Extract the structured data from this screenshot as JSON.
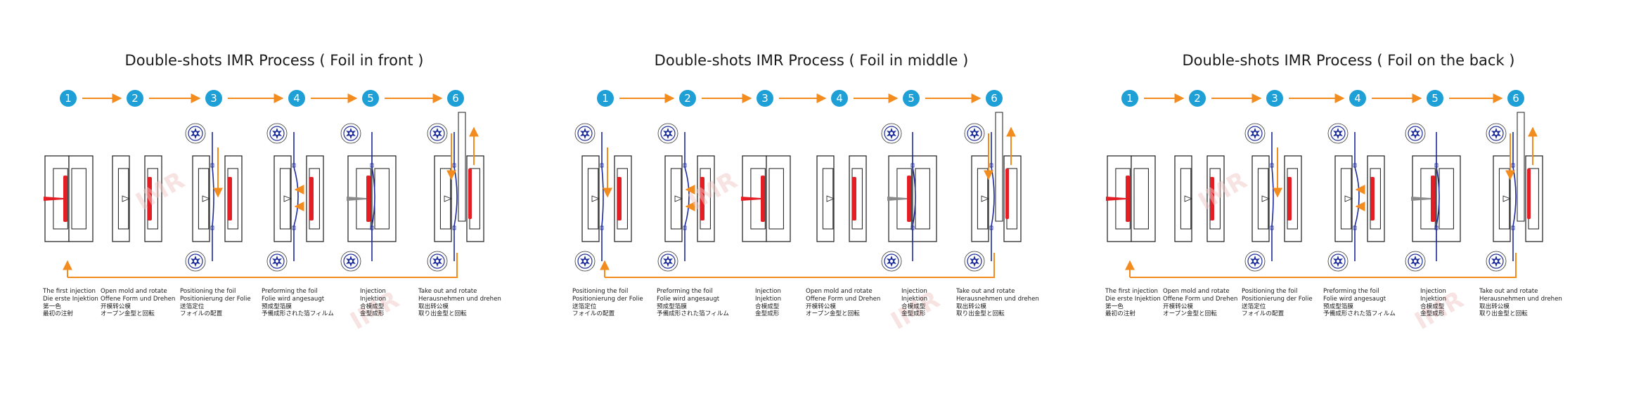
{
  "colors": {
    "step_badge": "#1e9fd6",
    "arrow": "#f28c1e",
    "foil": "#1b2a9a",
    "resin_red": "#e31e24",
    "resin_gray": "#8a8a8a",
    "mold_line": "#1a1a1a",
    "watermark": "#f3c9c9"
  },
  "watermark_text": "IMR",
  "panels": [
    {
      "title": "Double-shots IMR Process ( Foil in front )",
      "steps": [
        "1",
        "2",
        "3",
        "4",
        "5",
        "6"
      ],
      "captions": [
        [
          "The first injection",
          "Die erste Injektion",
          "第一色",
          "最初の注射"
        ],
        [
          "Open mold and rotate",
          "Offene Form und Drehen",
          "开模转公模",
          "オープン金型と回転"
        ],
        [
          "Positioning the foil",
          "Positionierung der Folie",
          "送箔定位",
          "フォイルの配置"
        ],
        [
          "Preforming the foil",
          "Folie wird angesaugt",
          "预成型箔膜",
          "予備成形された箔フィルム"
        ],
        [
          "Injection",
          "Injektion",
          "合模成型",
          "金型成形"
        ],
        [
          "Take out and rotate",
          "Herausnehmen und drehen",
          "取出转公模",
          "取り出金型と回転"
        ]
      ]
    },
    {
      "title": "Double-shots IMR Process ( Foil in middle )",
      "steps": [
        "1",
        "2",
        "3",
        "4",
        "5",
        "6"
      ],
      "captions": [
        [
          "Positioning the foil",
          "Positionierung der Folie",
          "送箔定位",
          "フォイルの配置"
        ],
        [
          "Preforming the foil",
          "Folie wird angesaugt",
          "预成型箔膜",
          "予備成形された箔フィルム"
        ],
        [
          "Injection",
          "Injektion",
          "合模成型",
          "金型成形"
        ],
        [
          "Open mold and rotate",
          "Offene Form und Drehen",
          "开模转公模",
          "オープン金型と回転"
        ],
        [
          "Injection",
          "Injektion",
          "合模成型",
          "金型成形"
        ],
        [
          "Take out and rotate",
          "Herausnehmen und drehen",
          "取出转公模",
          "取り出金型と回転"
        ]
      ]
    },
    {
      "title": "Double-shots IMR Process ( Foil on the back )",
      "steps": [
        "1",
        "2",
        "3",
        "4",
        "5",
        "6"
      ],
      "captions": [
        [
          "The first injection",
          "Die erste Injektion",
          "第一色",
          "最初の注射"
        ],
        [
          "Open mold and rotate",
          "Offene Form und Drehen",
          "开模转公模",
          "オープン金型と回転"
        ],
        [
          "Positioning the foil",
          "Positionierung der Folie",
          "送箔定位",
          "フォイルの配置"
        ],
        [
          "Preforming the foil",
          "Folie wird angesaugt",
          "预成型箔膜",
          "予備成形された箔フィルム"
        ],
        [
          "Injection",
          "Injektion",
          "合模成型",
          "金型成形"
        ],
        [
          "Take out and rotate",
          "Herausnehmen und drehen",
          "取出转公模",
          "取り出金型と回転"
        ]
      ]
    }
  ]
}
